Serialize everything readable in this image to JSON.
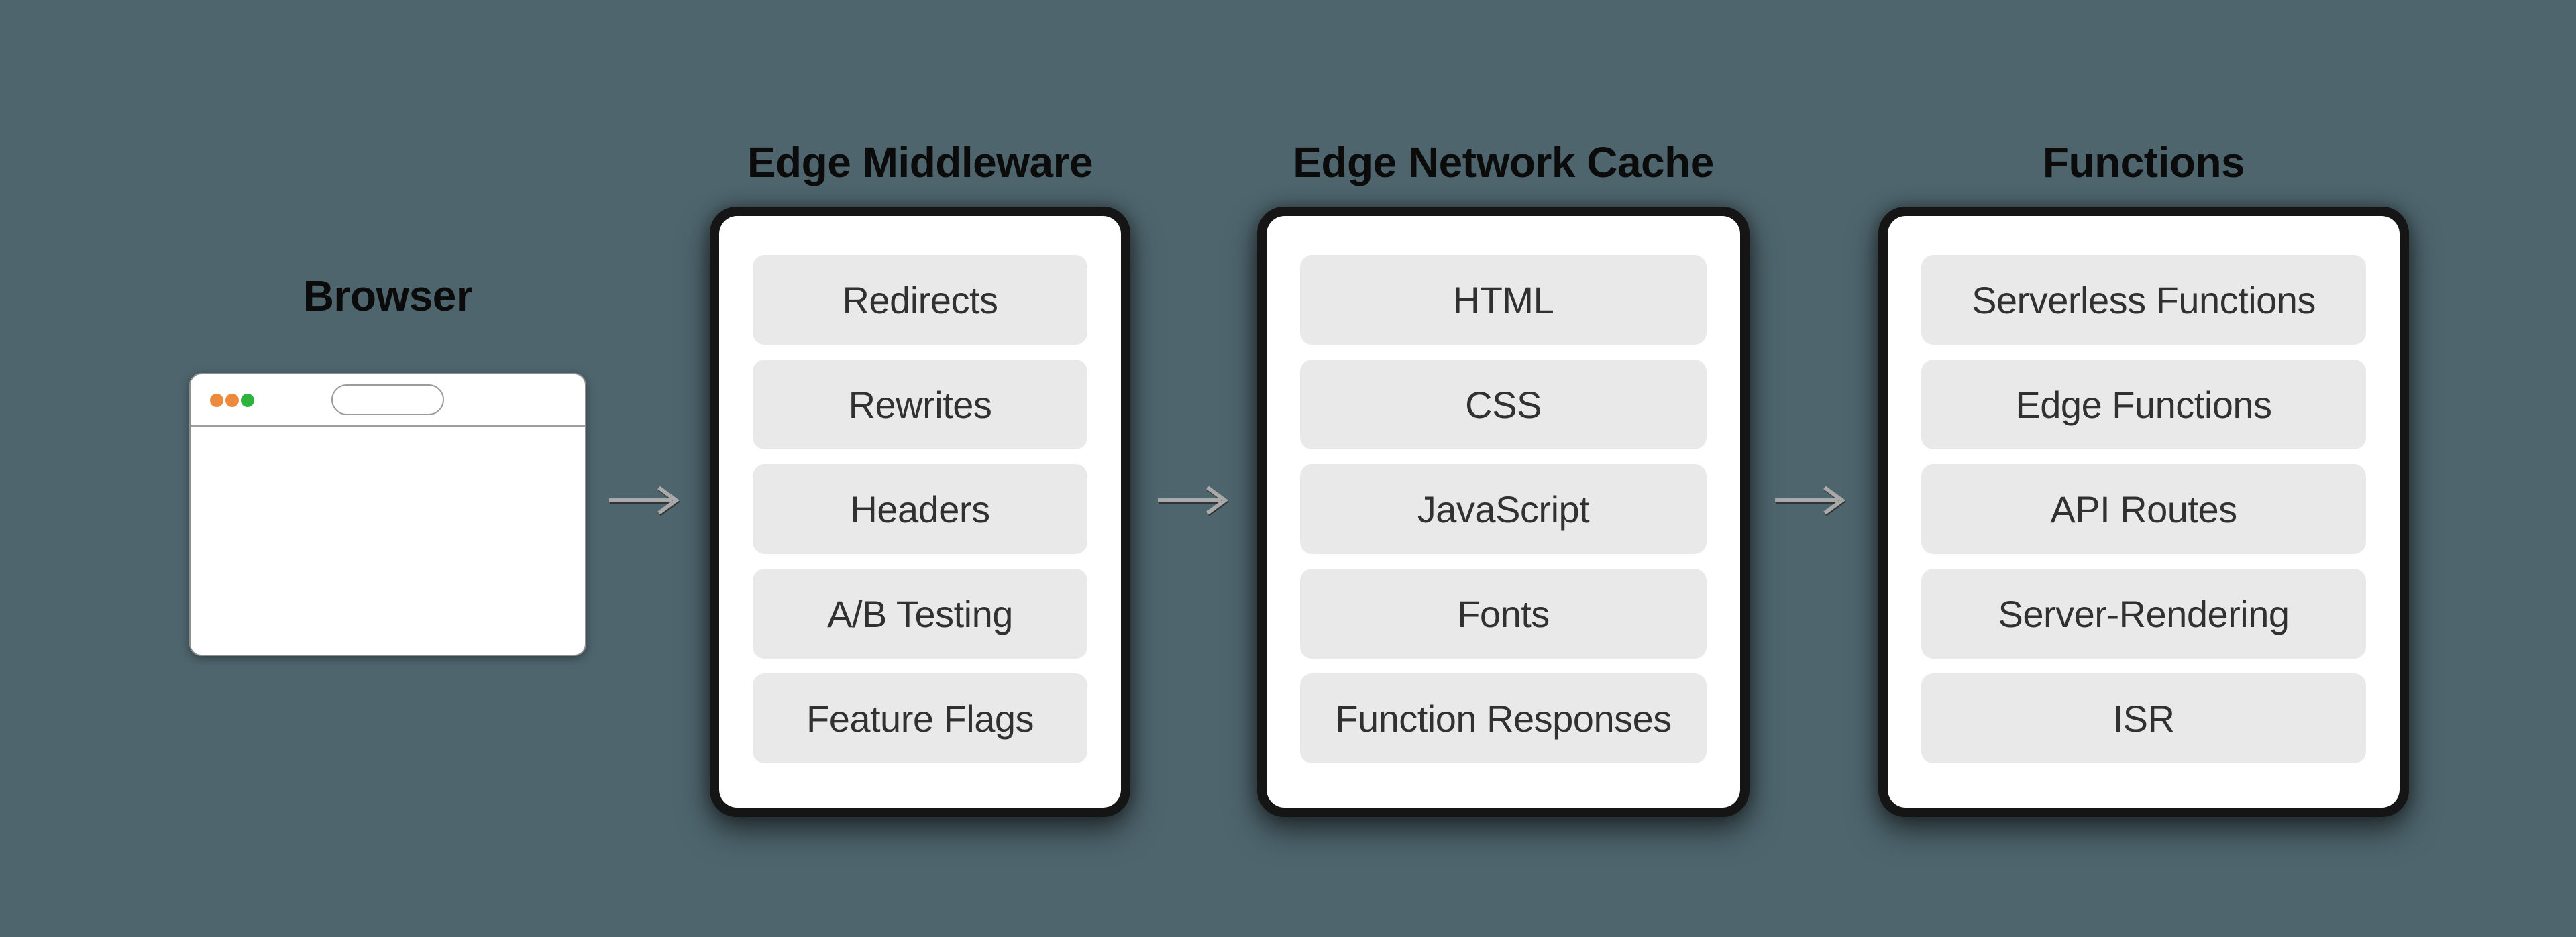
{
  "colors": {
    "background": "#4e656d",
    "panel_bezel": "#151515",
    "panel_surface": "#ffffff",
    "item_background": "#e9e9e9",
    "item_text": "#313131",
    "title_text": "#0b0b0b",
    "arrow": "#a9a9a9",
    "window_border": "#8f8f8f",
    "dot_orange": "#ee8a3c",
    "dot_green": "#2eb33c"
  },
  "browser": {
    "label": "Browser",
    "url_value": "",
    "traffic_lights": [
      "#ee8a3c",
      "#ee8a3c",
      "#2eb33c"
    ]
  },
  "panels": [
    {
      "title": "Edge Middleware",
      "items": [
        "Redirects",
        "Rewrites",
        "Headers",
        "A/B Testing",
        "Feature Flags"
      ]
    },
    {
      "title": "Edge Network Cache",
      "items": [
        "HTML",
        "CSS",
        "JavaScript",
        "Fonts",
        "Function Responses"
      ]
    },
    {
      "title": "Functions",
      "items": [
        "Serverless Functions",
        "Edge Functions",
        "API Routes",
        "Server-Rendering",
        "ISR"
      ]
    }
  ]
}
